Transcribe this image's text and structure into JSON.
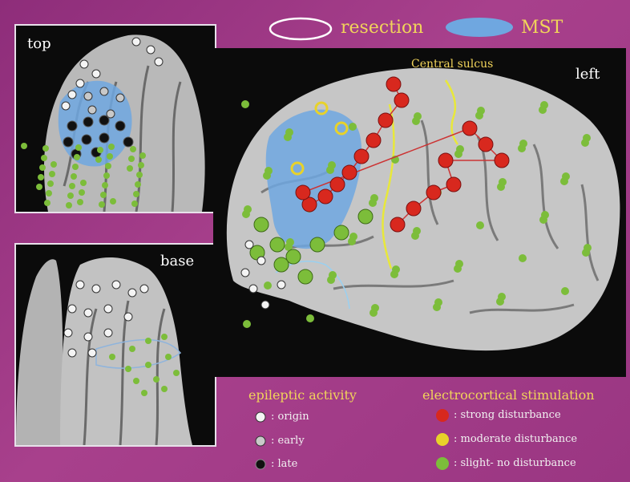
{
  "header_legend": {
    "resection_label": "resection",
    "mst_label": "MST"
  },
  "views": {
    "top_label": "top",
    "base_label": "base",
    "left_label": "left"
  },
  "annotations": {
    "central_sulcus": "Central sulcus"
  },
  "legend": {
    "epileptic_title": "epileptic activity",
    "epileptic_items": [
      {
        "label": ": origin",
        "color": "#f4f4f4"
      },
      {
        "label": ": early",
        "color": "#c9c9c9"
      },
      {
        "label": ": late",
        "color": "#111111"
      }
    ],
    "stim_title": "electrocortical stimulation",
    "stim_items": [
      {
        "label": ": strong disturbance",
        "color": "#d8281e"
      },
      {
        "label": ": moderate disturbance",
        "color": "#e8d22a"
      },
      {
        "label": ": slight- no disturbance",
        "color": "#7cbd3a"
      }
    ]
  },
  "colors": {
    "background": "#9a3682",
    "mst": "#6fa7e0",
    "legend_text": "#f1d45a",
    "central_sulcus_line": "#e8e83a"
  }
}
